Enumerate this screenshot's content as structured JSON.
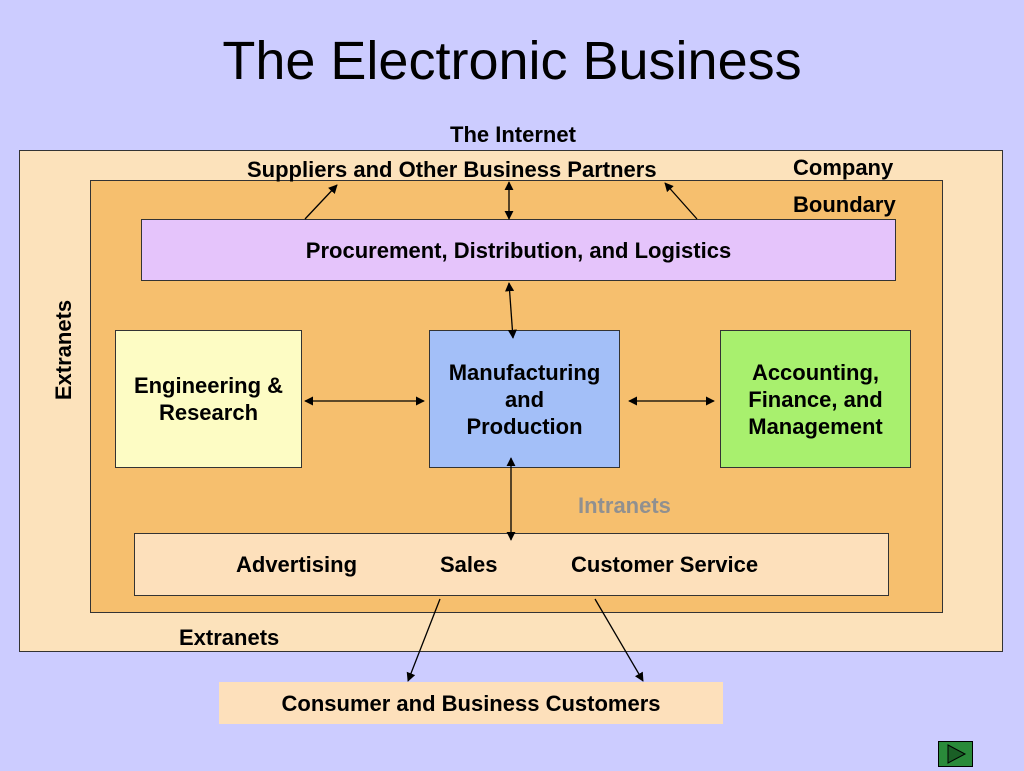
{
  "title": "The Electronic Business",
  "labels": {
    "internet": "The Internet",
    "suppliers": "Suppliers and Other Business Partners",
    "company": "Company",
    "boundary": "Boundary",
    "extranets_side": "Extranets",
    "extranets_bottom": "Extranets",
    "intranets": "Intranets"
  },
  "boxes": {
    "procurement": "Procurement, Distribution, and Logistics",
    "engineering": [
      "Engineering &",
      "Research"
    ],
    "manufacturing": [
      "Manufacturing",
      "and",
      "Production"
    ],
    "accounting": [
      "Accounting,",
      "Finance, and",
      "Management"
    ],
    "customers": "Consumer and Business Customers"
  },
  "sales_row": [
    "Advertising",
    "Sales",
    "Customer Service"
  ],
  "colors": {
    "background": "#ccccff",
    "outer": "#fce2bb",
    "inner": "#f6bf6e",
    "procurement": "#e5c4fb",
    "engineering": "#fdfcc4",
    "manufacturing": "#a3bff8",
    "accounting": "#a8f06e",
    "intranets_text": "#909090"
  },
  "nav": {
    "next_icon": "play-triangle-icon"
  }
}
